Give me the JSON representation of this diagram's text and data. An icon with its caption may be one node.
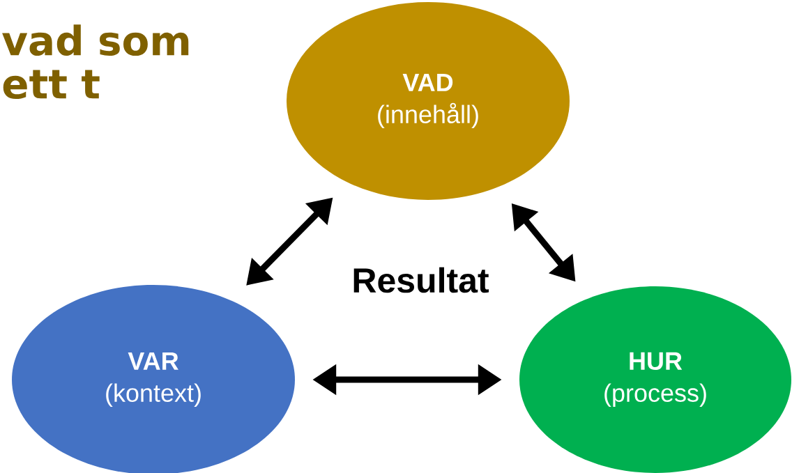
{
  "diagram": {
    "title": "vad som ett t",
    "nodes": [
      {
        "text": [
          "VAD",
          "(innehåll)"
        ]
      },
      {
        "text": [
          "VAR",
          "(kontext)"
        ]
      },
      {
        "text": [
          "HUR",
          "(process)"
        ]
      }
    ],
    "edges": [
      {
        "from": 0,
        "to": 1,
        "arrow": "both"
      },
      {
        "from": 0,
        "to": 2,
        "arrow": "both"
      },
      {
        "from": 1,
        "to": 2,
        "arrow": "both"
      }
    ],
    "labels": [
      "Resultat"
    ]
  }
}
